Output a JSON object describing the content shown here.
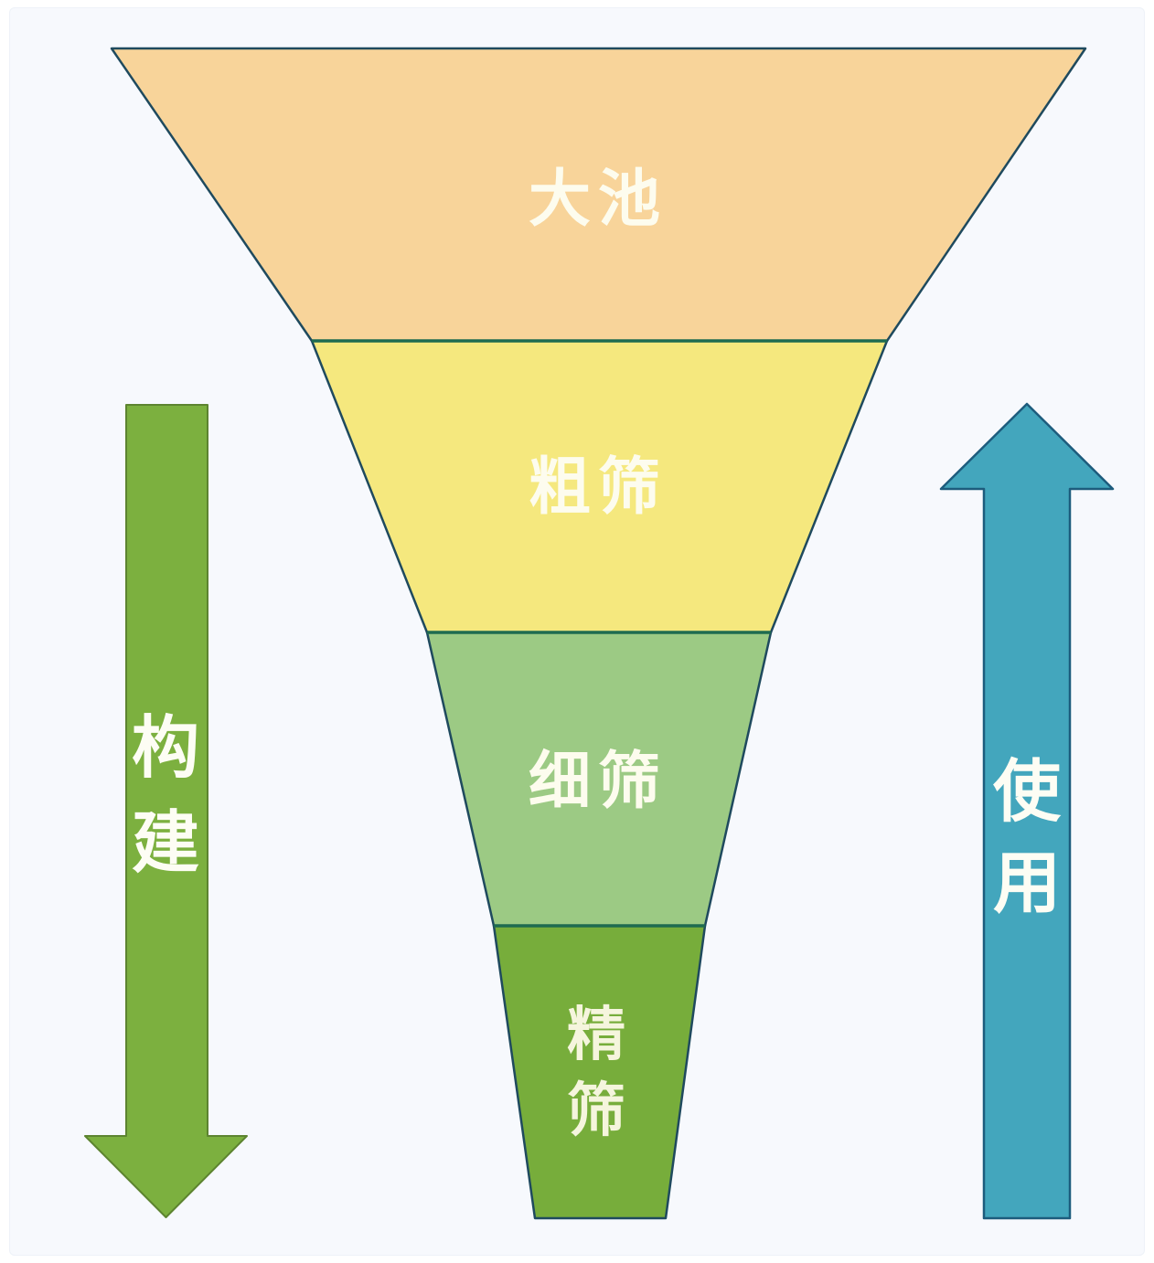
{
  "palette": {
    "background": "#f7f9fd",
    "funnel_outline": "#1f4a5e",
    "divider_line": "#1e6b50",
    "label_text": "#fdfcee"
  },
  "funnel": {
    "layers": [
      {
        "id": "big-pool",
        "label": "大池",
        "color": "#f8d49a"
      },
      {
        "id": "coarse-screen",
        "label": "粗筛",
        "color": "#f5e87e"
      },
      {
        "id": "fine-screen",
        "label": "细筛",
        "color": "#9cca84"
      },
      {
        "id": "refine-screen",
        "label": "精筛",
        "chars": [
          "精",
          "筛"
        ],
        "color": "#77ad3b"
      }
    ]
  },
  "arrows": {
    "left": {
      "label": "构建",
      "chars": [
        "构",
        "建"
      ],
      "direction": "down",
      "color": "#7cb03f",
      "border_color": "#5d8430"
    },
    "right": {
      "label": "使用",
      "chars": [
        "使",
        "用"
      ],
      "direction": "up",
      "color": "#43a6bd",
      "border_color": "#1d5c7d"
    }
  }
}
